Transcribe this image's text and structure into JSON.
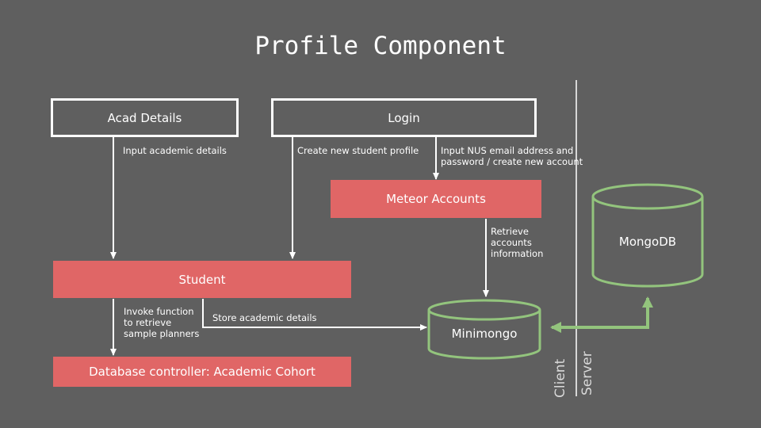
{
  "title": "Profile Component",
  "nodes": {
    "acad_details": "Acad Details",
    "login": "Login",
    "meteor_accounts": "Meteor Accounts",
    "student": "Student",
    "db_controller": "Database controller: Academic Cohort",
    "minimongo": "Minimongo",
    "mongodb": "MongoDB"
  },
  "edges": {
    "input_academic_details": "Input academic details",
    "create_student_profile": "Create new student profile",
    "input_nus_email_1": "Input NUS email address and",
    "input_nus_email_2": "password / create new account",
    "retrieve_1": "Retrieve",
    "retrieve_2": "accounts",
    "retrieve_3": "information",
    "invoke_1": "Invoke function",
    "invoke_2": "to retrieve",
    "invoke_3": "sample planners",
    "store_academic": "Store  academic details"
  },
  "regions": {
    "client": "Client",
    "server": "Server"
  },
  "colors": {
    "background": "#5f5f5f",
    "red_box": "#e06666",
    "green": "#93c47d",
    "white": "#ffffff"
  }
}
